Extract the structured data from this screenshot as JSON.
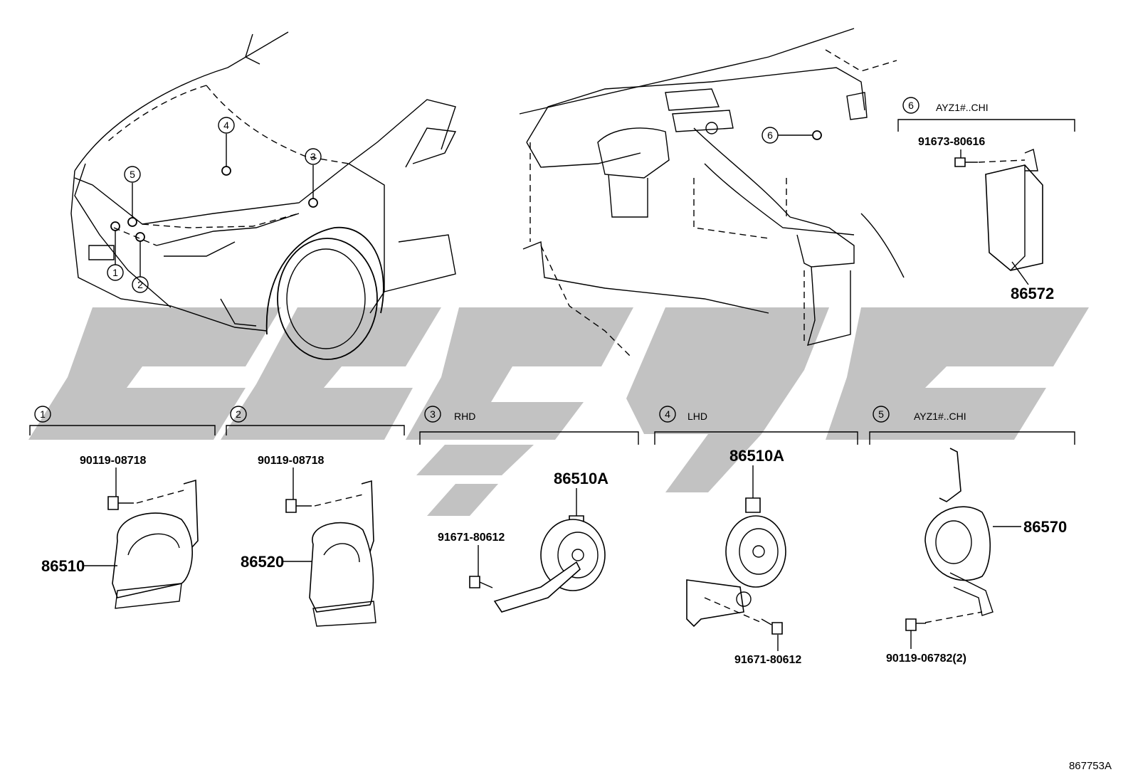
{
  "watermark": {
    "color": "#c2c2c2"
  },
  "callouts": [
    {
      "num": "1",
      "qualifier": ""
    },
    {
      "num": "2",
      "qualifier": ""
    },
    {
      "num": "3",
      "qualifier": "RHD"
    },
    {
      "num": "4",
      "qualifier": "LHD"
    },
    {
      "num": "5",
      "qualifier": "AYZ1#..CHI"
    },
    {
      "num": "6",
      "qualifier": "AYZ1#..CHI"
    }
  ],
  "overview_markers": [
    "1",
    "2",
    "3",
    "4",
    "5",
    "6"
  ],
  "parts": {
    "g1_bolt": "90119-08718",
    "g1_horn": "86510",
    "g2_bolt": "90119-08718",
    "g2_horn": "86520",
    "g3_bolt": "91671-80612",
    "g3_horn": "86510A",
    "g4_horn": "86510A",
    "g4_bolt": "91671-80612",
    "g5_bolt": "90119-06782(2)",
    "g5_part": "86570",
    "g6_bolt": "91673-80616",
    "g6_part": "86572"
  },
  "reference_code": "867753A"
}
